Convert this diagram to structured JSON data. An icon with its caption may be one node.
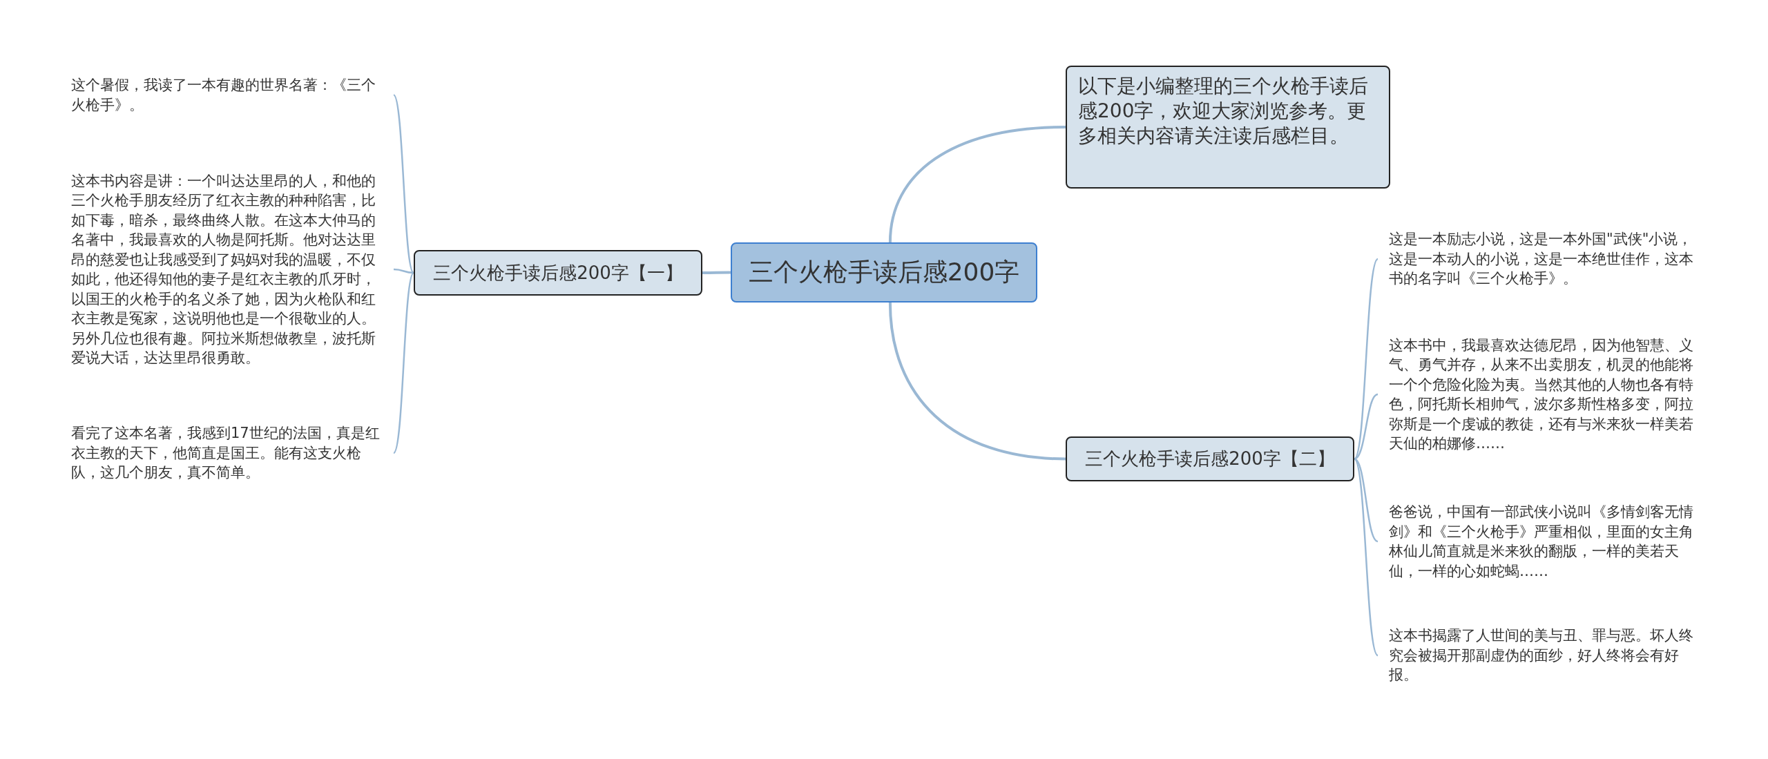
{
  "diagram": {
    "nodes": [
      {
        "text": [
          "三个火枪手读后感200字"
        ]
      },
      {
        "text": [
          "以下是小编整理的三个火枪手读后感200字，欢迎大家浏览参考。更多相关内容请关注读后感栏目。"
        ]
      },
      {
        "text": [
          "三个火枪手读后感200字【一】"
        ]
      },
      {
        "text": [
          "这个暑假，我读了一本有趣的世界名著：《三个火枪手》。"
        ]
      },
      {
        "text": [
          "这本书内容是讲：一个叫达达里昂的人，和他的三个火枪手朋友经历了红衣主教的种种陷害，比如下毒，暗杀，最终曲终人散。在这本大仲马的名著中，我最喜欢的人物是阿托斯。他对达达里昂的慈爱也让我感受到了妈妈对我的温暖，不仅如此，他还得知他的妻子是红衣主教的爪牙时，以国王的火枪手的名义杀了她，因为火枪队和红衣主教是冤家，这说明他也是一个很敬业的人。另外几位也很有趣。阿拉米斯想做教皇，波托斯爱说大话，达达里昂很勇敢。"
        ]
      },
      {
        "text": [
          "看完了这本名著，我感到17世纪的法国，真是红衣主教的天下，他简直是国王。能有这支火枪队，这几个朋友，真不简单。"
        ]
      },
      {
        "text": [
          "三个火枪手读后感200字【二】"
        ]
      },
      {
        "text": [
          "这是一本励志小说，这是一本外国\"武侠\"小说，这是一本动人的小说，这是一本绝世佳作，这本书的名字叫《三个火枪手》。"
        ]
      },
      {
        "text": [
          "这本书中，我最喜欢达德尼昂，因为他智慧、义气、勇气并存，从来不出卖朋友，机灵的他能将一个个危险化险为夷。当然其他的人物也各有特色，阿托斯长相帅气，波尔多斯性格多变，阿拉弥斯是一个虔诚的教徒，还有与米来狄一样美若天仙的柏娜修……"
        ]
      },
      {
        "text": [
          "爸爸说，中国有一部武侠小说叫《多情剑客无情剑》和《三个火枪手》严重相似，里面的女主角林仙儿简直就是米来狄的翻版，一样的美若天仙，一样的心如蛇蝎……"
        ]
      },
      {
        "text": [
          "这本书揭露了人世间的美与丑、罪与恶。坏人终究会被揭开那副虚伪的面纱，好人终将会有好报。"
        ]
      }
    ],
    "edges": [
      {
        "from": 0,
        "to": 1,
        "arrow": "none"
      },
      {
        "from": 0,
        "to": 2,
        "arrow": "none"
      },
      {
        "from": 0,
        "to": 6,
        "arrow": "none"
      },
      {
        "from": 2,
        "to": 3,
        "arrow": "none"
      },
      {
        "from": 2,
        "to": 4,
        "arrow": "none"
      },
      {
        "from": 2,
        "to": 5,
        "arrow": "none"
      },
      {
        "from": 6,
        "to": 7,
        "arrow": "none"
      },
      {
        "from": 6,
        "to": 8,
        "arrow": "none"
      },
      {
        "from": 6,
        "to": 9,
        "arrow": "none"
      },
      {
        "from": 6,
        "to": 10,
        "arrow": "none"
      }
    ]
  }
}
